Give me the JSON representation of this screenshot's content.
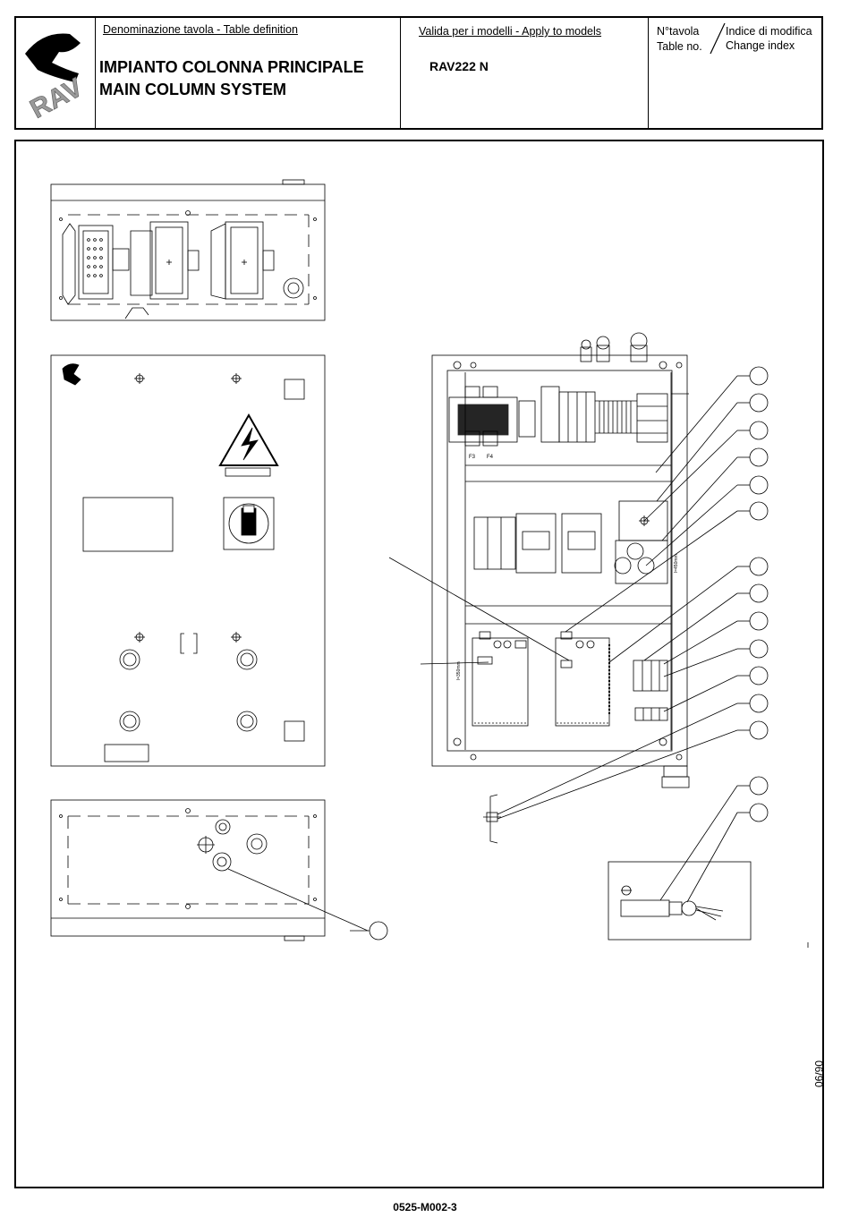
{
  "header": {
    "brand": "RAV",
    "table_definition_label": "Denominazione tavola - Table definition",
    "title_it": "IMPIANTO COLONNA PRINCIPALE",
    "title_en": "MAIN COLUMN SYSTEM",
    "models_label": "Valida per i modelli - Apply to models",
    "model": "RAV222 N",
    "table_no_it": "N°tavola",
    "table_no_en": "Table no.",
    "change_index_it": "Indice di modifica",
    "change_index_en": "Change index"
  },
  "drawing": {
    "panel_logo": "RAV",
    "measure_a": "l=350mm",
    "measure_b": "l=450mm",
    "terminal_f3": "F3",
    "terminal_f4": "F4"
  },
  "footer": {
    "drawing_code": "0525-M002-3",
    "date": "06/90"
  }
}
